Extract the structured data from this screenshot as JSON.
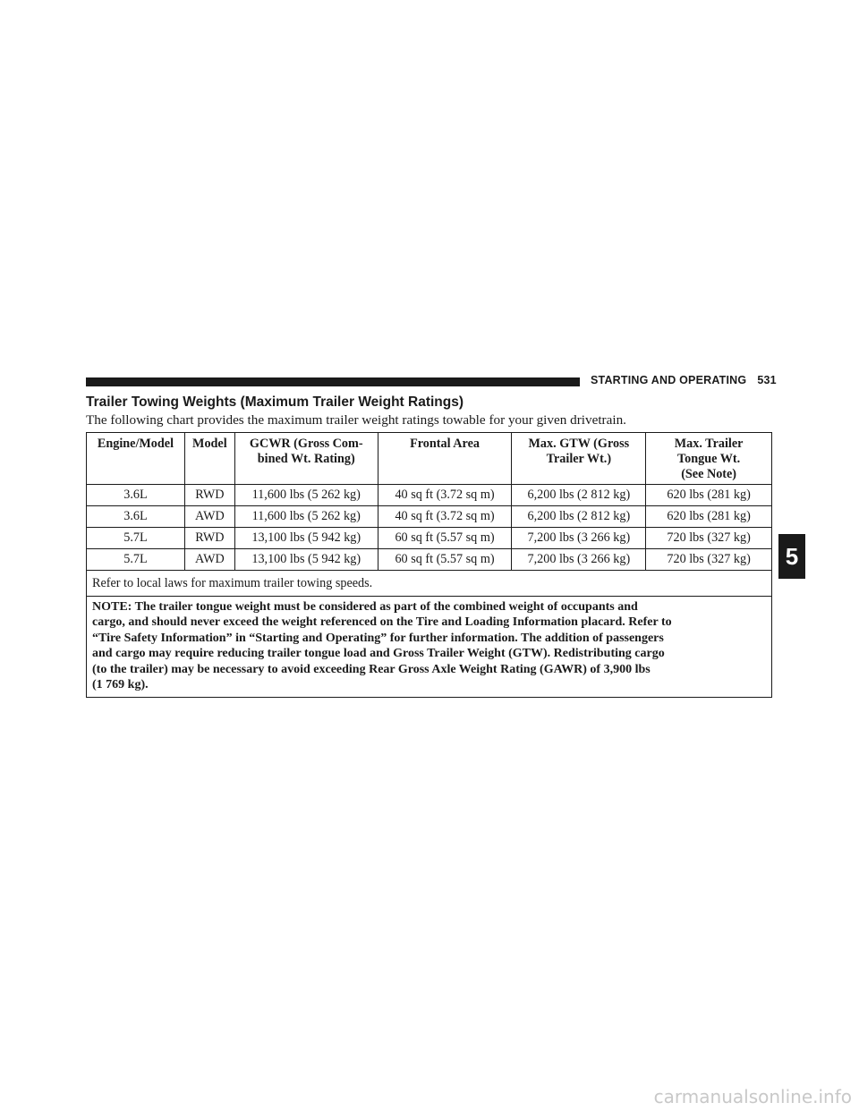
{
  "header": {
    "section": "STARTING AND OPERATING",
    "page_number": "531"
  },
  "title": "Trailer Towing Weights (Maximum Trailer Weight Ratings)",
  "intro": "The following chart provides the maximum trailer weight ratings towable for your given drivetrain.",
  "table": {
    "headers": {
      "engine": "Engine/Model",
      "model": "Model",
      "gcwr_line1": "GCWR (Gross Com-",
      "gcwr_line2": "bined Wt. Rating)",
      "frontal": "Frontal Area",
      "gtw_line1": "Max. GTW (Gross",
      "gtw_line2": "Trailer Wt.)",
      "tongue_line1": "Max. Trailer",
      "tongue_line2": "Tongue Wt.",
      "tongue_line3": "(See Note)"
    },
    "rows": [
      {
        "engine": "3.6L",
        "model": "RWD",
        "gcwr": "11,600 lbs (5 262 kg)",
        "frontal": "40 sq ft (3.72 sq m)",
        "gtw": "6,200 lbs (2 812 kg)",
        "tongue": "620 lbs (281 kg)"
      },
      {
        "engine": "3.6L",
        "model": "AWD",
        "gcwr": "11,600 lbs (5 262 kg)",
        "frontal": "40 sq ft (3.72 sq m)",
        "gtw": "6,200 lbs (2 812 kg)",
        "tongue": "620 lbs (281 kg)"
      },
      {
        "engine": "5.7L",
        "model": "RWD",
        "gcwr": "13,100 lbs (5 942 kg)",
        "frontal": "60 sq ft (5.57 sq m)",
        "gtw": "7,200 lbs (3 266 kg)",
        "tongue": "720 lbs (327 kg)"
      },
      {
        "engine": "5.7L",
        "model": "AWD",
        "gcwr": "13,100 lbs (5 942 kg)",
        "frontal": "60 sq ft (5.57 sq m)",
        "gtw": "7,200 lbs (3 266 kg)",
        "tongue": "720 lbs (327 kg)"
      }
    ],
    "local_laws_note": "Refer to local laws for maximum trailer towing speeds.",
    "note_lines": [
      "NOTE: The trailer tongue weight must be considered as part of the combined weight of occupants and",
      "cargo, and should never exceed the weight referenced on the Tire and Loading Information placard. Refer to",
      "“Tire Safety Information” in “Starting and Operating” for further information. The addition of passengers",
      "and cargo may require reducing trailer tongue load and Gross Trailer Weight (GTW). Redistributing cargo",
      "(to the trailer) may be necessary to avoid exceeding Rear Gross Axle Weight Rating (GAWR) of 3,900 lbs",
      "(1 769 kg)."
    ]
  },
  "chapter_tab": "5",
  "watermark": "carmanualsonline.info"
}
